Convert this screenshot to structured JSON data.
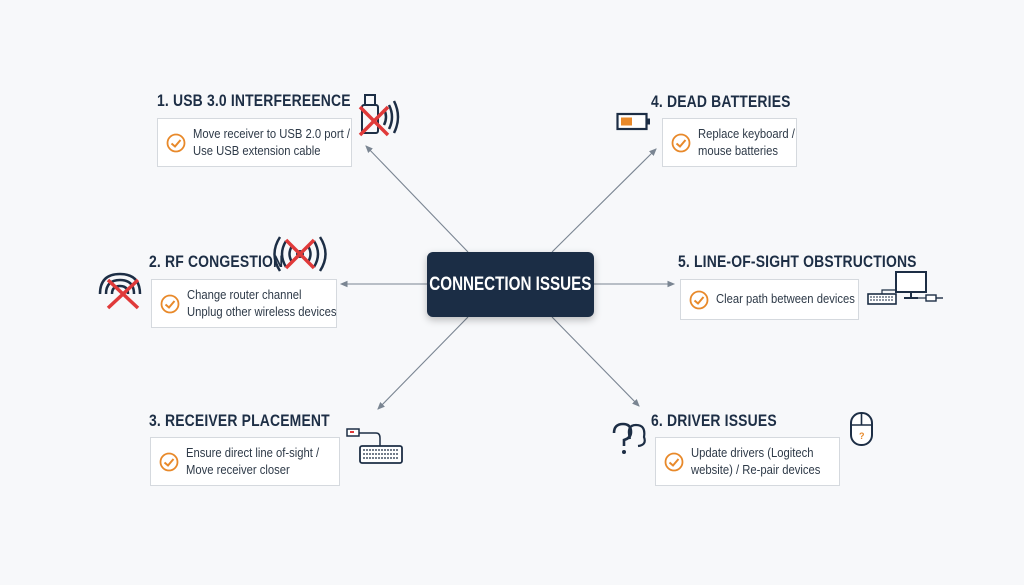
{
  "center": {
    "title": "CONNECTION ISSUES"
  },
  "colors": {
    "navy": "#1b2d45",
    "accent": "#e8892a",
    "cross": "#e03a3a",
    "line": "#7a8592"
  },
  "issues": [
    {
      "title": "1. USB 3.0 INTERFEREENCE",
      "lines": [
        "Move receiver to USB 2.0 port /",
        "Use USB extension cable"
      ],
      "icon": "usb-wireless-crossed-icon"
    },
    {
      "title": "2. RF CONGESTION",
      "lines": [
        "Change router channel",
        "Unplug other wireless devices"
      ],
      "icon": "wifi-crossed-icon"
    },
    {
      "title": "3. RECEIVER PLACEMENT",
      "lines": [
        "Ensure direct line of-sight /",
        "Move receiver closer"
      ],
      "icon": "keyboard-receiver-icon"
    },
    {
      "title": "4. DEAD BATTERIES",
      "lines": [
        "Replace keyboard /",
        "mouse batteries"
      ],
      "icon": "low-battery-icon"
    },
    {
      "title": "5. LINE-OF-SIGHT OBSTRUCTIONS",
      "lines": [
        "Clear path between devices"
      ],
      "icon": "computer-keyboard-icon"
    },
    {
      "title": "6. DRIVER ISSUES",
      "lines": [
        "Update drivers (Logitech",
        "website) / Re-pair devices"
      ],
      "icon": "mouse-question-icon"
    }
  ]
}
